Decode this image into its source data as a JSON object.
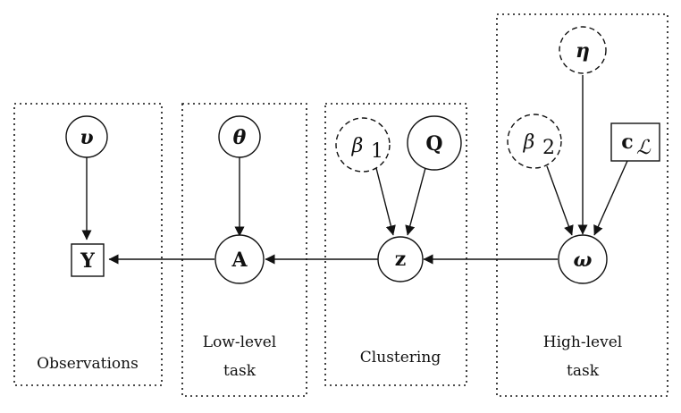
{
  "groups": {
    "observations": {
      "label": "Observations"
    },
    "low_level": {
      "label_line1": "Low-level",
      "label_line2": "task"
    },
    "clustering": {
      "label": "Clustering"
    },
    "high_level": {
      "label_line1": "High-level",
      "label_line2": "task"
    }
  },
  "nodes": {
    "upsilon": {
      "label": "υ"
    },
    "Y": {
      "label": "Y"
    },
    "theta": {
      "label": "θ"
    },
    "A": {
      "label": "A"
    },
    "beta1": {
      "label": "β",
      "subscript": "1"
    },
    "Q": {
      "label": "Q"
    },
    "z": {
      "label": "z"
    },
    "eta": {
      "label": "η"
    },
    "beta2": {
      "label": "β",
      "subscript": "2"
    },
    "cL": {
      "label": "c",
      "subscript": "ℒ"
    },
    "omega": {
      "label": "ω"
    }
  }
}
